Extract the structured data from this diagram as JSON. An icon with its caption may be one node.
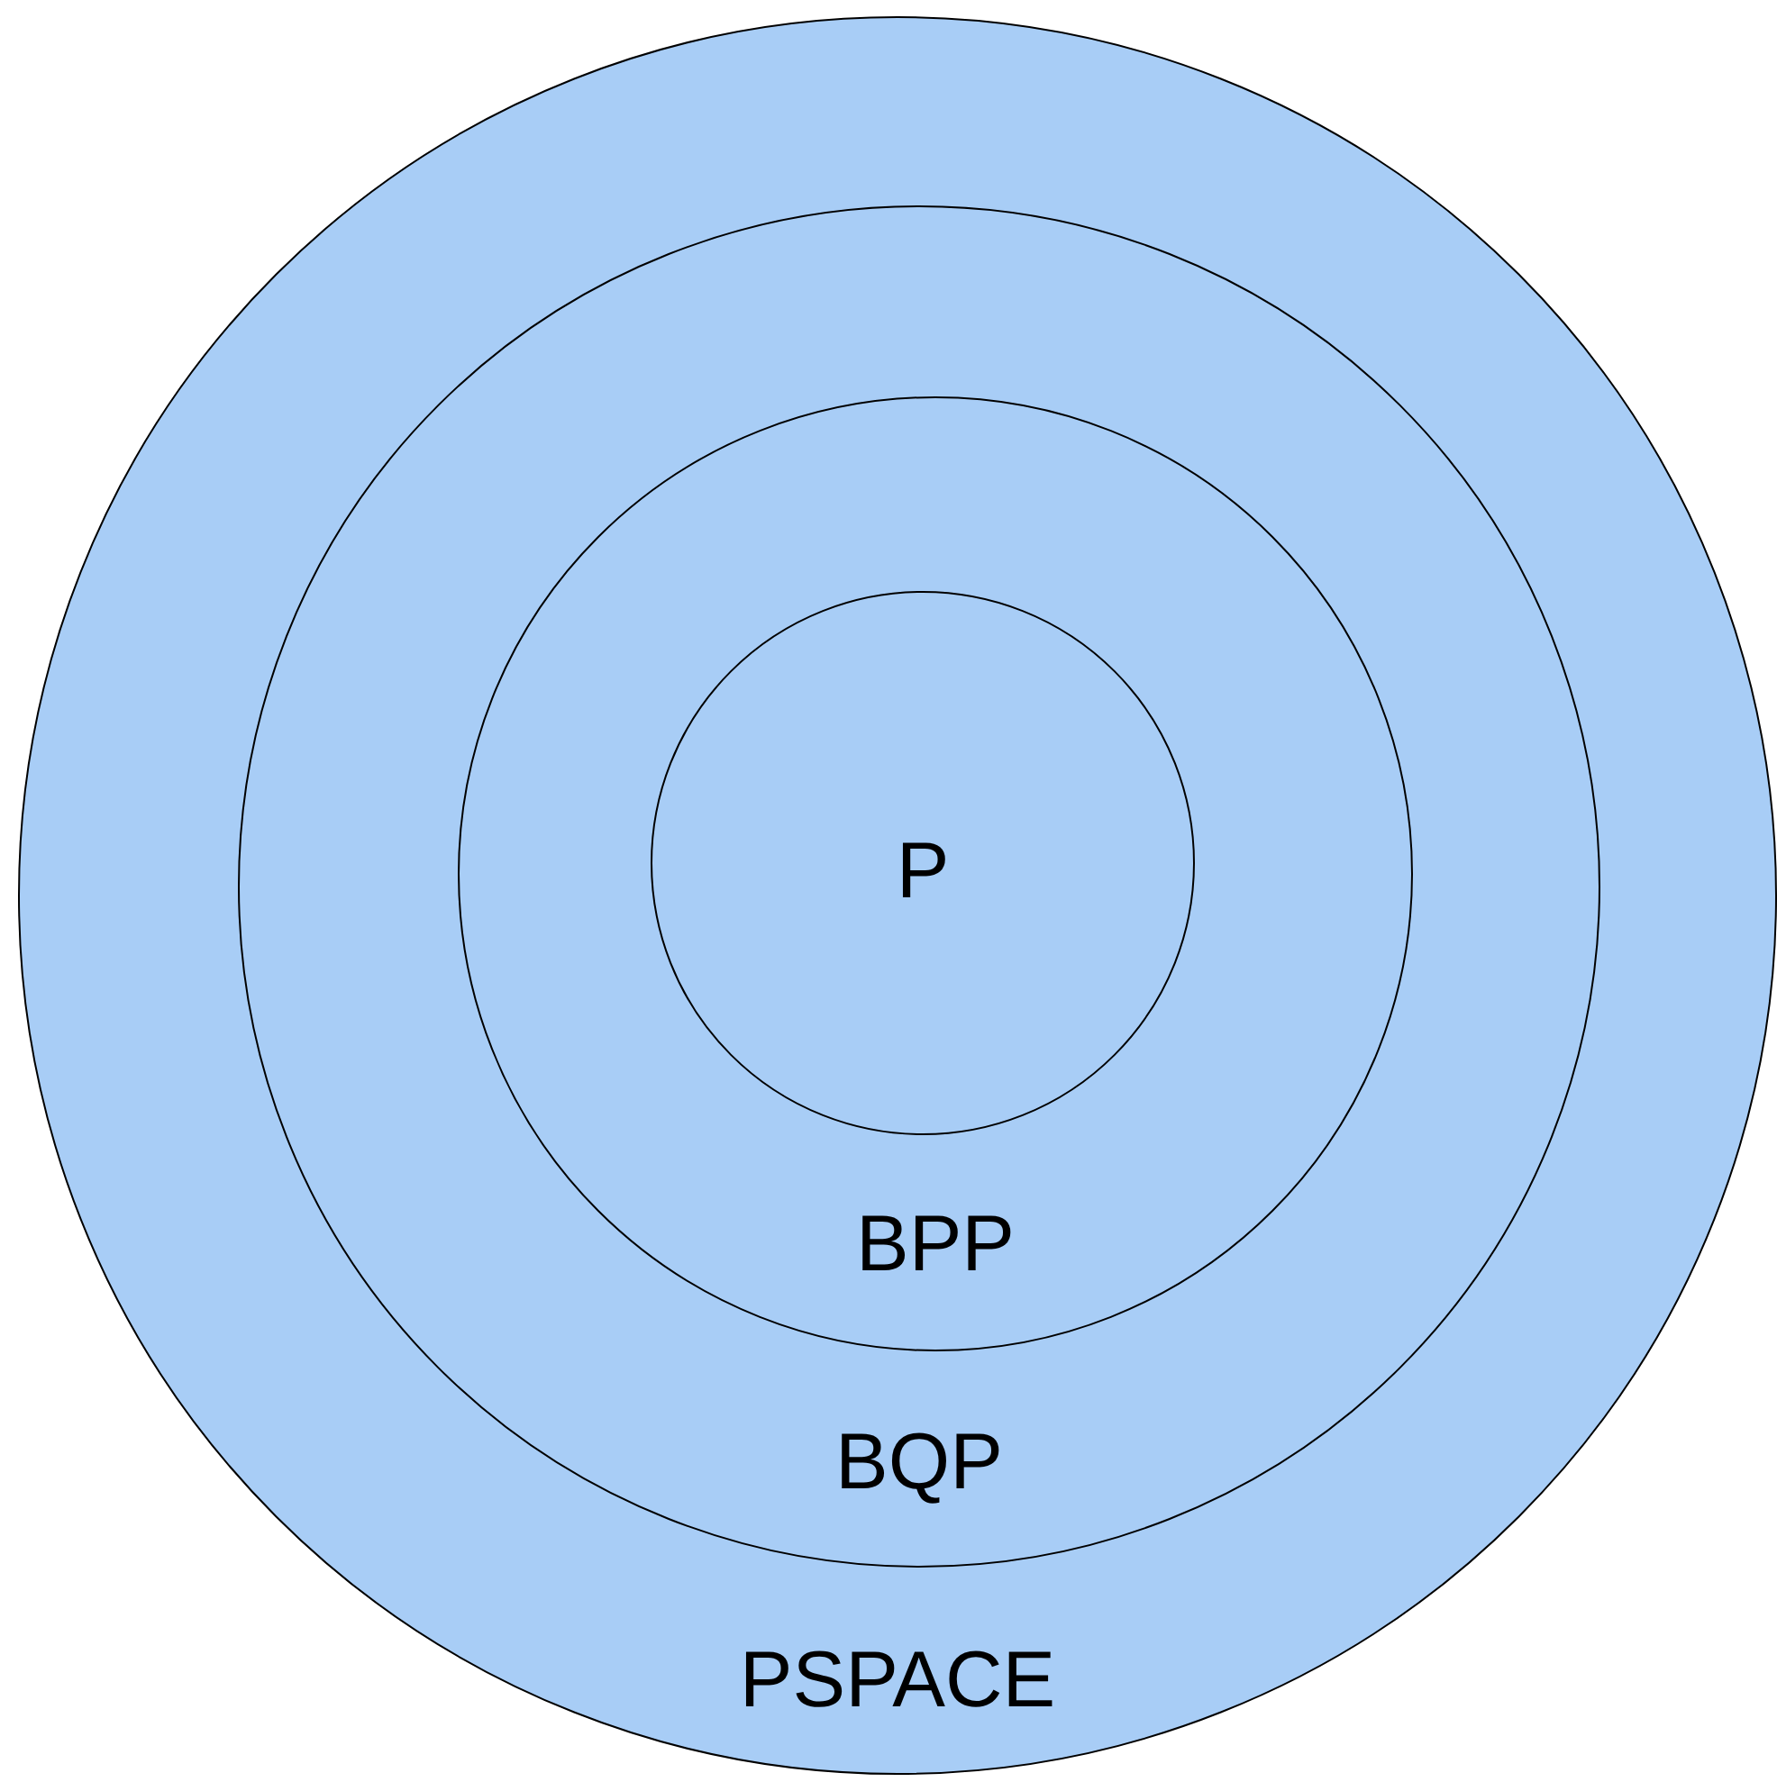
{
  "diagram": {
    "nodes": [
      {
        "text": [
          "PSPACE"
        ]
      },
      {
        "text": [
          "BQP"
        ],
        "in": 0
      },
      {
        "text": [
          "BPP"
        ],
        "in": 1
      },
      {
        "text": [
          "P"
        ],
        "in": 2
      }
    ]
  }
}
